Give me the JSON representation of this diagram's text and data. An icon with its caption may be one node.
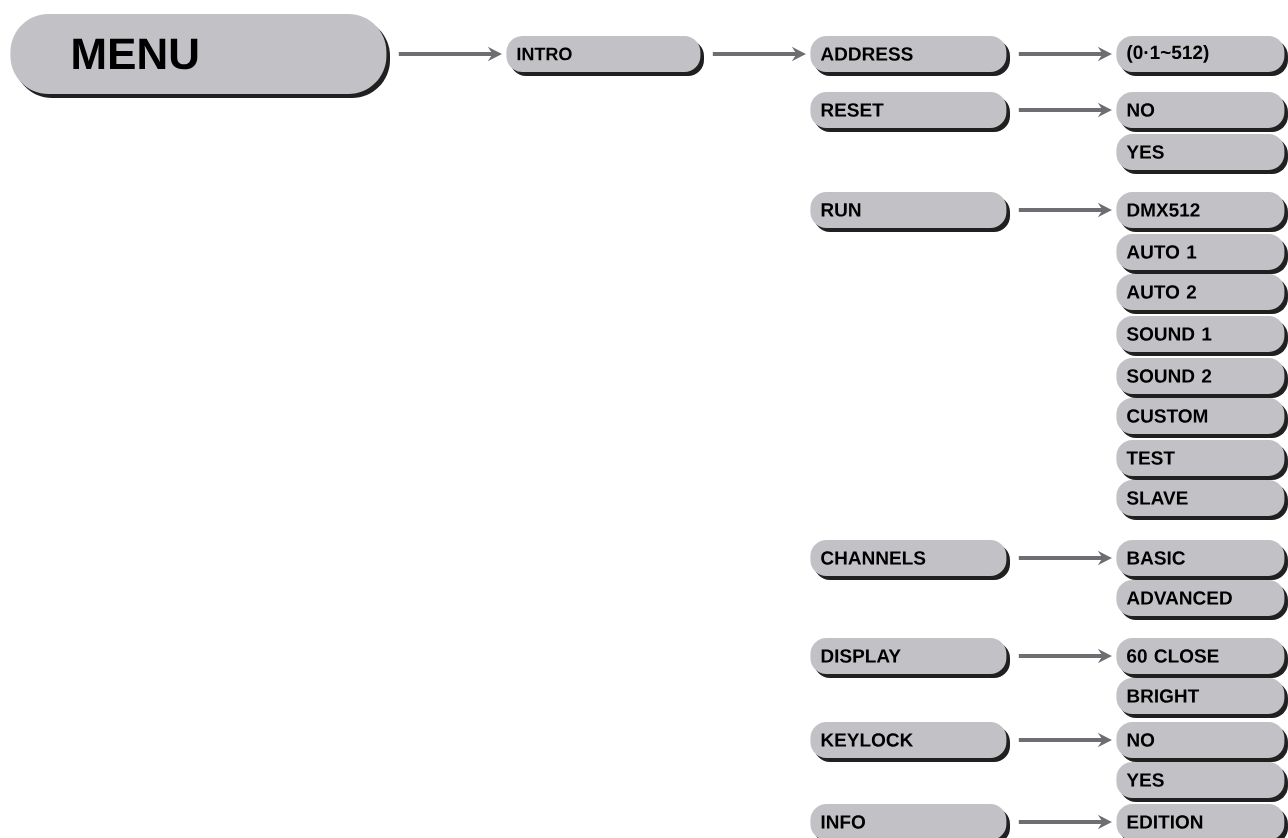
{
  "diagram": {
    "nodes": [
      {
        "text": [
          "MENU"
        ]
      },
      {
        "text": [
          "INTRO"
        ]
      },
      {
        "text": [
          "ADDRESS"
        ]
      },
      {
        "text": [
          "(0·1~512)"
        ]
      },
      {
        "text": [
          "RESET"
        ]
      },
      {
        "text": [
          "NO"
        ]
      },
      {
        "text": [
          "YES"
        ]
      },
      {
        "text": [
          "RUN"
        ]
      },
      {
        "text": [
          "DMX512"
        ]
      },
      {
        "text": [
          "AUTO 1"
        ]
      },
      {
        "text": [
          "AUTO 2"
        ]
      },
      {
        "text": [
          "SOUND 1"
        ]
      },
      {
        "text": [
          "SOUND 2"
        ]
      },
      {
        "text": [
          "CUSTOM"
        ]
      },
      {
        "text": [
          "TEST"
        ]
      },
      {
        "text": [
          "SLAVE"
        ]
      },
      {
        "text": [
          "CHANNELS"
        ]
      },
      {
        "text": [
          "BASIC"
        ]
      },
      {
        "text": [
          "ADVANCED"
        ]
      },
      {
        "text": [
          "DISPLAY"
        ]
      },
      {
        "text": [
          "60 CLOSE"
        ]
      },
      {
        "text": [
          "BRIGHT"
        ]
      },
      {
        "text": [
          "KEYLOCK"
        ]
      },
      {
        "text": [
          "NO"
        ]
      },
      {
        "text": [
          "YES"
        ]
      },
      {
        "text": [
          "INFO"
        ]
      },
      {
        "text": [
          "EDITION"
        ]
      }
    ],
    "edges": [
      {
        "from": 0,
        "to": 1,
        "arrow": "to"
      },
      {
        "from": 1,
        "to": 2,
        "arrow": "to"
      },
      {
        "from": 2,
        "to": 3,
        "arrow": "to"
      },
      {
        "from": 4,
        "to": 5,
        "arrow": "to"
      },
      {
        "from": 7,
        "to": 8,
        "arrow": "to"
      },
      {
        "from": 16,
        "to": 17,
        "arrow": "to"
      },
      {
        "from": 19,
        "to": 20,
        "arrow": "to"
      },
      {
        "from": 22,
        "to": 23,
        "arrow": "to"
      },
      {
        "from": 25,
        "to": 26,
        "arrow": "to"
      }
    ]
  }
}
